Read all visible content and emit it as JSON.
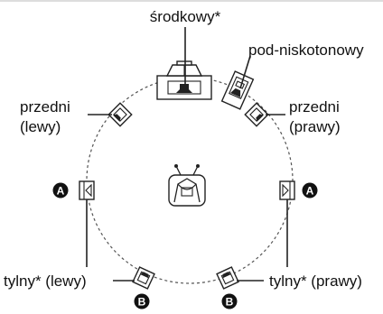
{
  "labels": {
    "center": "środkowy*",
    "subwoofer": "pod-niskotonowy",
    "front_left_line1": "przedni",
    "front_left_line2": "(lewy)",
    "front_right_line1": "przedni",
    "front_right_line2": "(prawy)",
    "rear_left": "tylny* (lewy)",
    "rear_right": "tylny* (prawy)"
  },
  "badges": {
    "a": "A",
    "b": "B"
  },
  "icons": {
    "listener": "tv-listener-icon",
    "speaker": "speaker-icon"
  }
}
